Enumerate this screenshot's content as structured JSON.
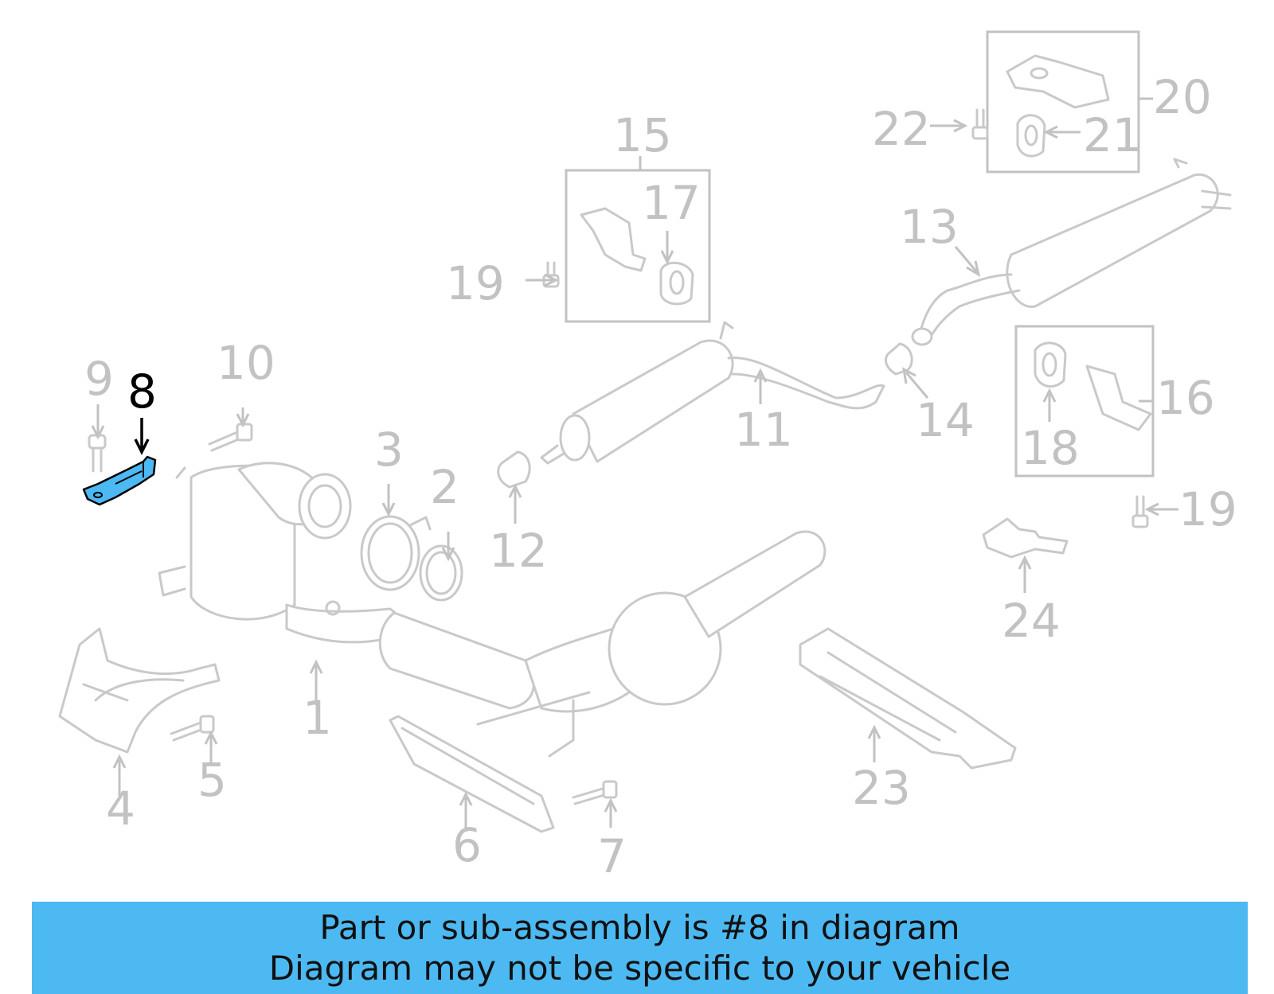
{
  "diagram": {
    "highlighted_part": "8",
    "highlight_color": "#4db9f2",
    "callouts": [
      {
        "id": "c1",
        "label": "1"
      },
      {
        "id": "c2",
        "label": "2"
      },
      {
        "id": "c3",
        "label": "3"
      },
      {
        "id": "c4",
        "label": "4"
      },
      {
        "id": "c5",
        "label": "5"
      },
      {
        "id": "c6",
        "label": "6"
      },
      {
        "id": "c7",
        "label": "7"
      },
      {
        "id": "c8",
        "label": "8"
      },
      {
        "id": "c9",
        "label": "9"
      },
      {
        "id": "c10",
        "label": "10"
      },
      {
        "id": "c11",
        "label": "11"
      },
      {
        "id": "c12",
        "label": "12"
      },
      {
        "id": "c13",
        "label": "13"
      },
      {
        "id": "c14",
        "label": "14"
      },
      {
        "id": "c15",
        "label": "15"
      },
      {
        "id": "c16",
        "label": "16"
      },
      {
        "id": "c17",
        "label": "17"
      },
      {
        "id": "c18",
        "label": "18"
      },
      {
        "id": "c19a",
        "label": "19"
      },
      {
        "id": "c19b",
        "label": "19"
      },
      {
        "id": "c20",
        "label": "20"
      },
      {
        "id": "c21",
        "label": "21"
      },
      {
        "id": "c22",
        "label": "22"
      },
      {
        "id": "c23",
        "label": "23"
      },
      {
        "id": "c24",
        "label": "24"
      }
    ]
  },
  "banner": {
    "line1": "Part or sub-assembly is #8 in diagram",
    "line2": "Diagram may not be specific to your vehicle",
    "background": "#4db9f2"
  }
}
